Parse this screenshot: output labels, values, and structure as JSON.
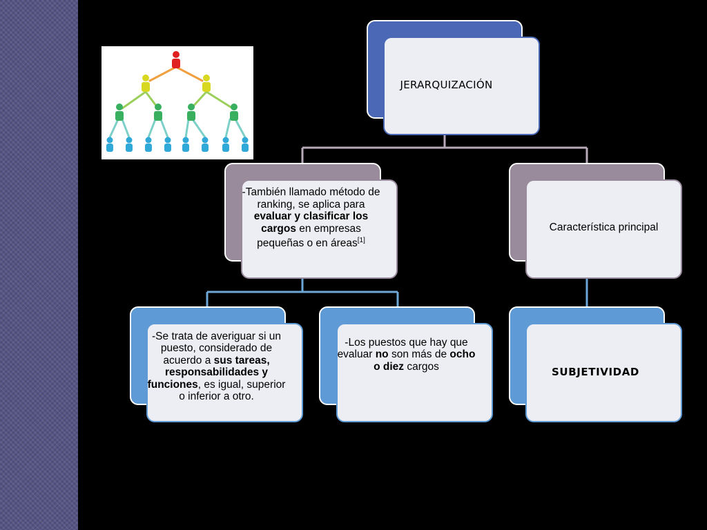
{
  "colors": {
    "background": "#000000",
    "sidebar": "#555585",
    "root_back": "#4a68b6",
    "node_back_gray": "#9a8b9c",
    "node_back_blue": "#5e9ad6",
    "node_front": "#eceef3",
    "connector_gray": "#b8a9b8",
    "connector_blue": "#6da7d8"
  },
  "image": {
    "icon": "hierarchy-people-icon"
  },
  "diagram": {
    "root": {
      "label": "JERARQUIZACIÓN"
    },
    "left": {
      "pre1": "-También llamado método de ranking, se aplica para ",
      "bold1": "evaluar y clasificar los cargos",
      "post1": " en empresas pequeñas o en áreas",
      "sup1": "[1]"
    },
    "right": {
      "label": "Característica principal"
    },
    "left_child_1": {
      "pre1": "-Se trata de averiguar si un puesto, considerado de acuerdo a ",
      "bold1": "sus tareas, responsabilidades y funciones",
      "post1": ", es igual, superior o inferior a otro."
    },
    "left_child_2": {
      "pre1": "-Los puestos que hay que evaluar ",
      "bold1": "no",
      "mid1": " son más de ",
      "bold2": "ocho o diez",
      "post1": " cargos"
    },
    "right_child": {
      "label": "SUBJETIVIDAD"
    }
  }
}
